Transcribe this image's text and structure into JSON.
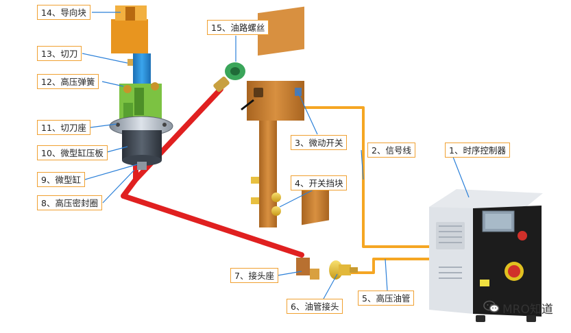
{
  "labels": {
    "l1": "1、时序控制器",
    "l2": "2、信号线",
    "l3": "3、微动开关",
    "l4": "4、开关挡块",
    "l5": "5、高压油管",
    "l6": "6、油管接头",
    "l7": "7、接头座",
    "l8": "8、高压密封圈",
    "l9": "9、微型缸",
    "l10": "10、微型缸压板",
    "l11": "11、切刀座",
    "l12": "12、高压弹簧",
    "l13": "13、切刀",
    "l14": "14、导向块",
    "l15": "15、油路螺丝"
  },
  "watermark": "MRO知道",
  "colors": {
    "label_border": "#f0a030",
    "signal_line": "#f5a623",
    "hydraulic_pipe": "#e02020",
    "controller_body": "#1c1c1c",
    "controller_panel": "#dfe3e8",
    "emergency_stop": "#d0302a",
    "block_copper": "#c07a30",
    "cutter_blue": "#2a8fd8",
    "cutter_seat_green": "#7cc242",
    "guide_block_orange": "#e8951f",
    "oil_screw_green": "#3aa55a"
  },
  "icons": {
    "watermark": "wechat-icon"
  }
}
